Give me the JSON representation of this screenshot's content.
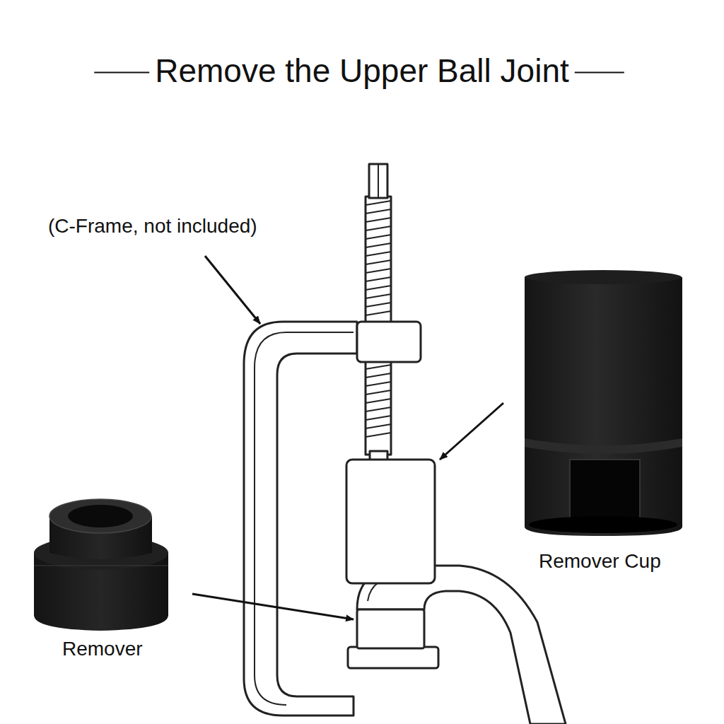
{
  "diagram": {
    "title": "Remove the Upper Ball Joint",
    "labels": [
      "(C-Frame, not included)",
      "Remover Cup",
      "Remover"
    ]
  }
}
